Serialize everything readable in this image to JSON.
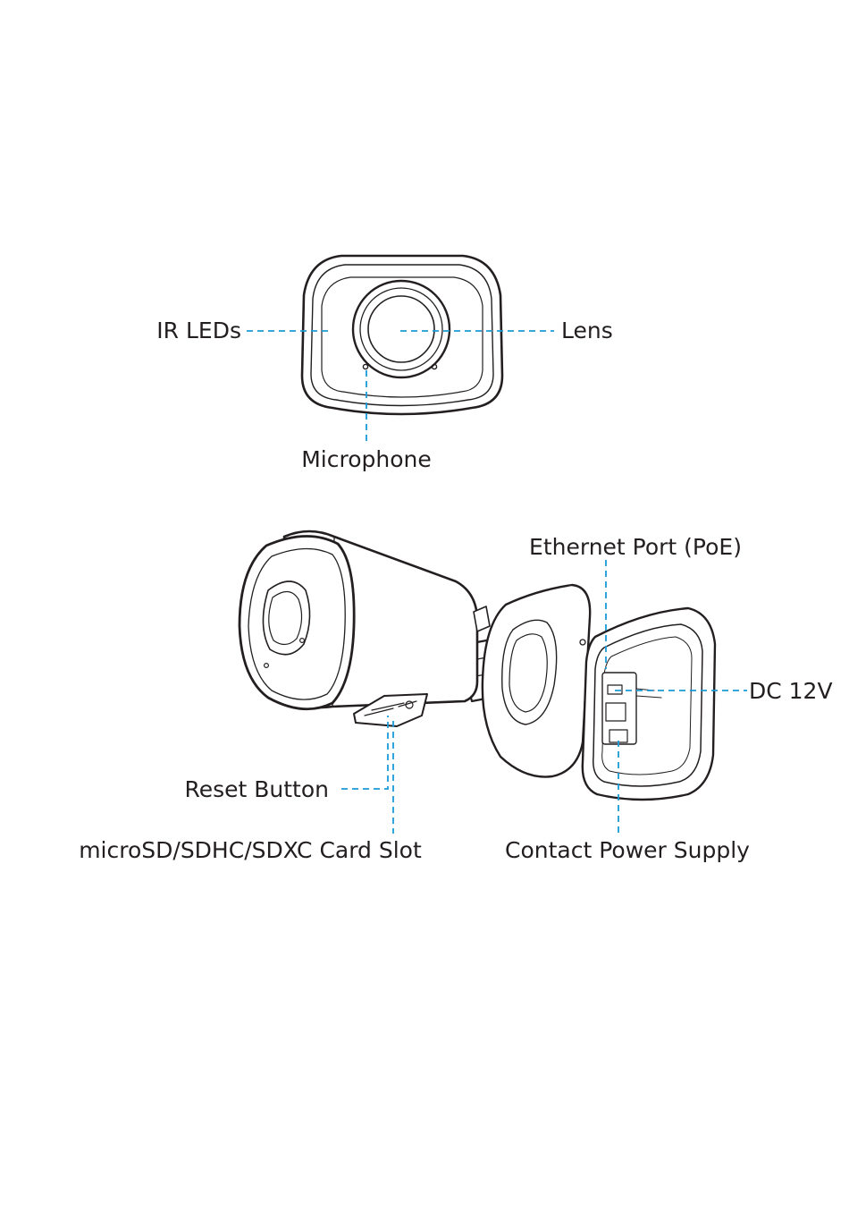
{
  "front_view": {
    "labels": {
      "ir_leds": "IR LEDs",
      "lens": "Lens",
      "microphone": "Microphone"
    }
  },
  "side_view": {
    "labels": {
      "ethernet_port": "Ethernet Port (PoE)",
      "dc_12v": "DC 12V",
      "reset_button": "Reset Button",
      "card_slot": "microSD/SDHC/SDXC Card Slot",
      "contact_power_supply": "Contact Power Supply"
    }
  },
  "colors": {
    "line_art": "#231f20",
    "leader_lines": "#1a9bd7"
  }
}
